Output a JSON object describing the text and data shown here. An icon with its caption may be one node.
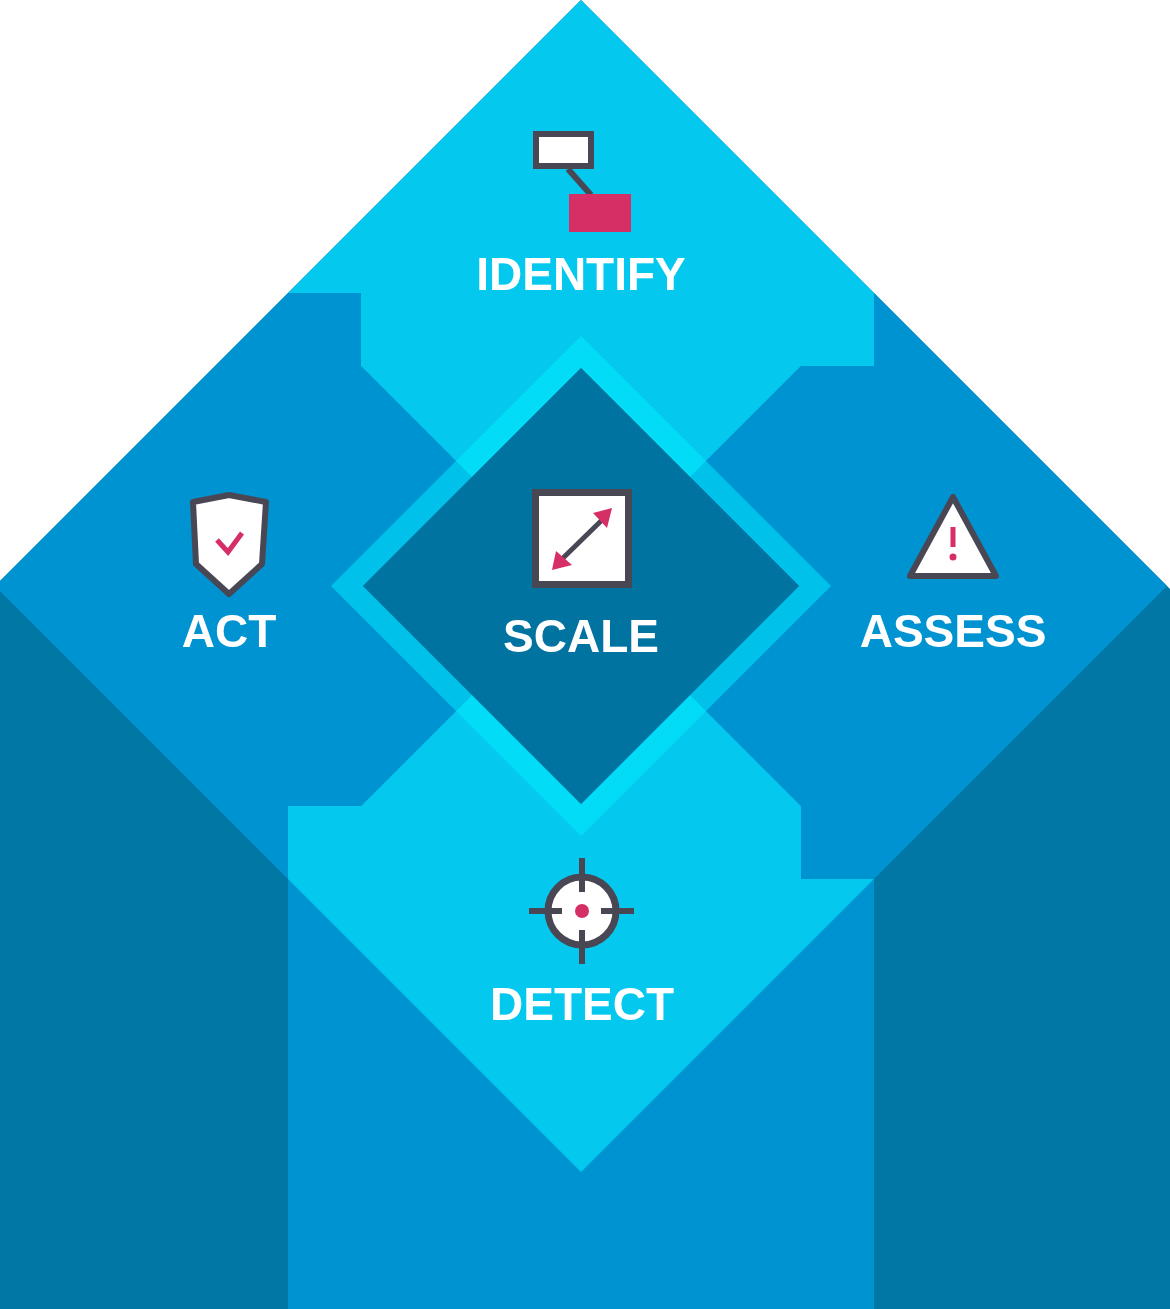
{
  "diagram": {
    "nodes": [
      {
        "text": [
          "IDENTIFY"
        ]
      },
      {
        "text": [
          "ACT"
        ]
      },
      {
        "text": [
          "SCALE"
        ]
      },
      {
        "text": [
          "ASSESS"
        ]
      },
      {
        "text": [
          "DETECT"
        ]
      }
    ]
  }
}
